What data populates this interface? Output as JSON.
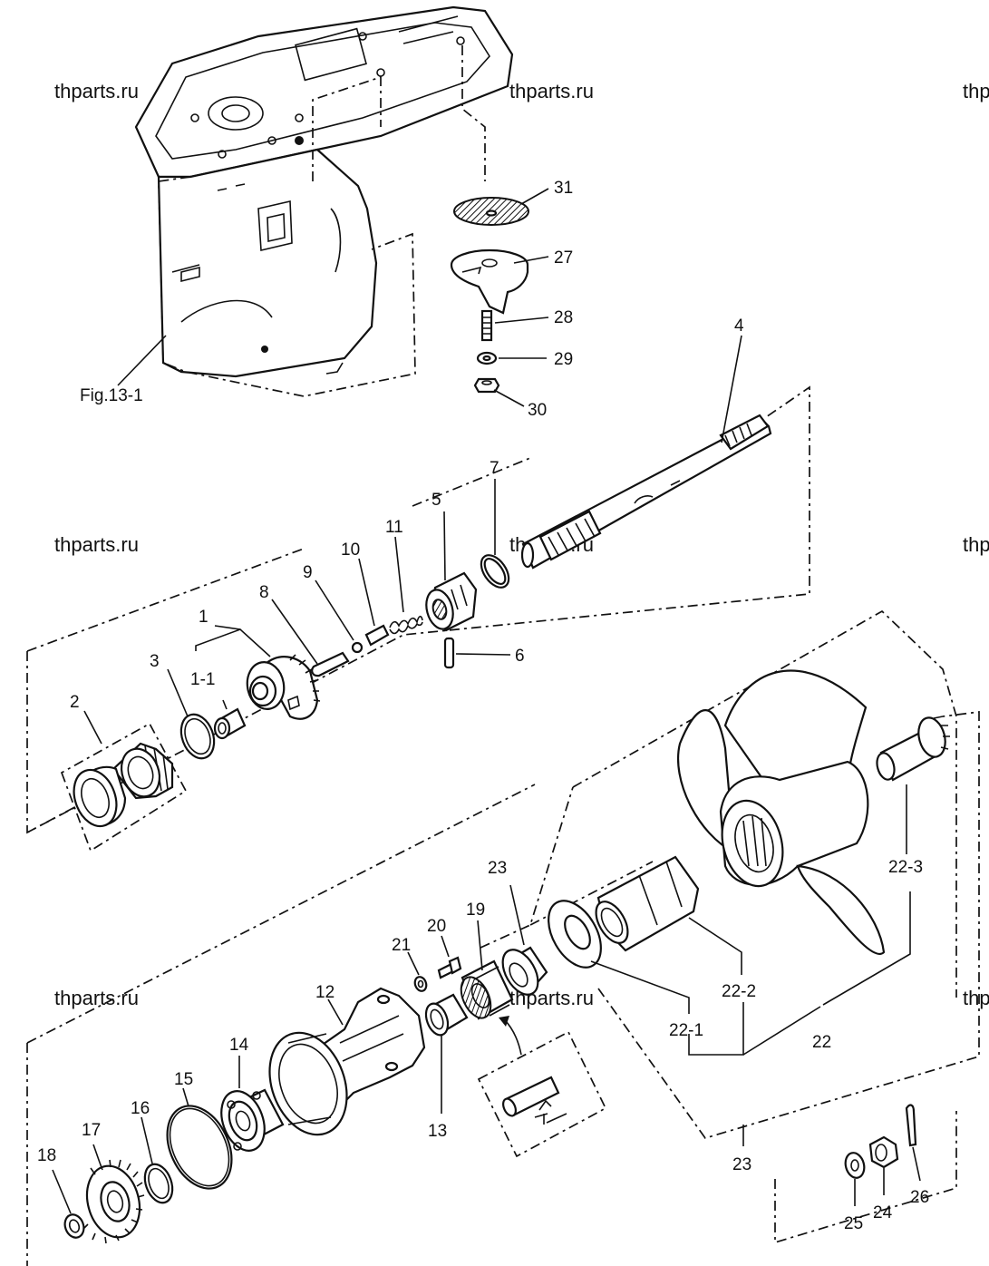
{
  "watermark": "thparts.ru",
  "labels": {
    "fig": "Fig.13-1",
    "p1": "1",
    "p1_1": "1-1",
    "p2": "2",
    "p3": "3",
    "p4": "4",
    "p5": "5",
    "p6": "6",
    "p7": "7",
    "p8": "8",
    "p9": "9",
    "p10": "10",
    "p11": "11",
    "p12": "12",
    "p13": "13",
    "p14": "14",
    "p15": "15",
    "p16": "16",
    "p17": "17",
    "p18": "18",
    "p19": "19",
    "p20": "20",
    "p21": "21",
    "p22": "22",
    "p22_1": "22-1",
    "p22_2": "22-2",
    "p22_3": "22-3",
    "p23a": "23",
    "p23b": "23",
    "p24": "24",
    "p25": "25",
    "p26": "26",
    "p27": "27",
    "p28": "28",
    "p29": "29",
    "p30": "30",
    "p31": "31"
  },
  "colors": {
    "line": "#111111",
    "paper": "#ffffff"
  }
}
